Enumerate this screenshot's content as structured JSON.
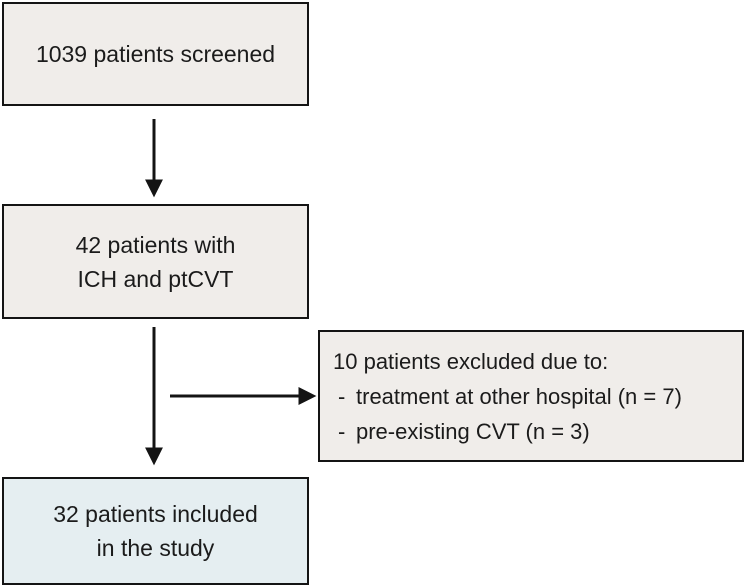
{
  "diagram": {
    "type": "patient-flow-chart",
    "colors": {
      "background": "#ffffff",
      "box_fill": "#f0edea",
      "included_box_fill": "#e5eef1",
      "border": "#141414",
      "arrow": "#141414",
      "text": "#1b1b1b"
    },
    "boxes": {
      "screened": {
        "lines": [
          "1039 patients screened"
        ]
      },
      "ich": {
        "lines": [
          "42 patients with",
          "ICH and ptCVT"
        ]
      },
      "excluded": {
        "title": "10 patients excluded due to:",
        "bullet": "-",
        "items": [
          "treatment at other hospital (n = 7)",
          "pre-existing CVT (n = 3)"
        ]
      },
      "included": {
        "lines": [
          "32 patients included",
          "in the study"
        ]
      }
    }
  }
}
